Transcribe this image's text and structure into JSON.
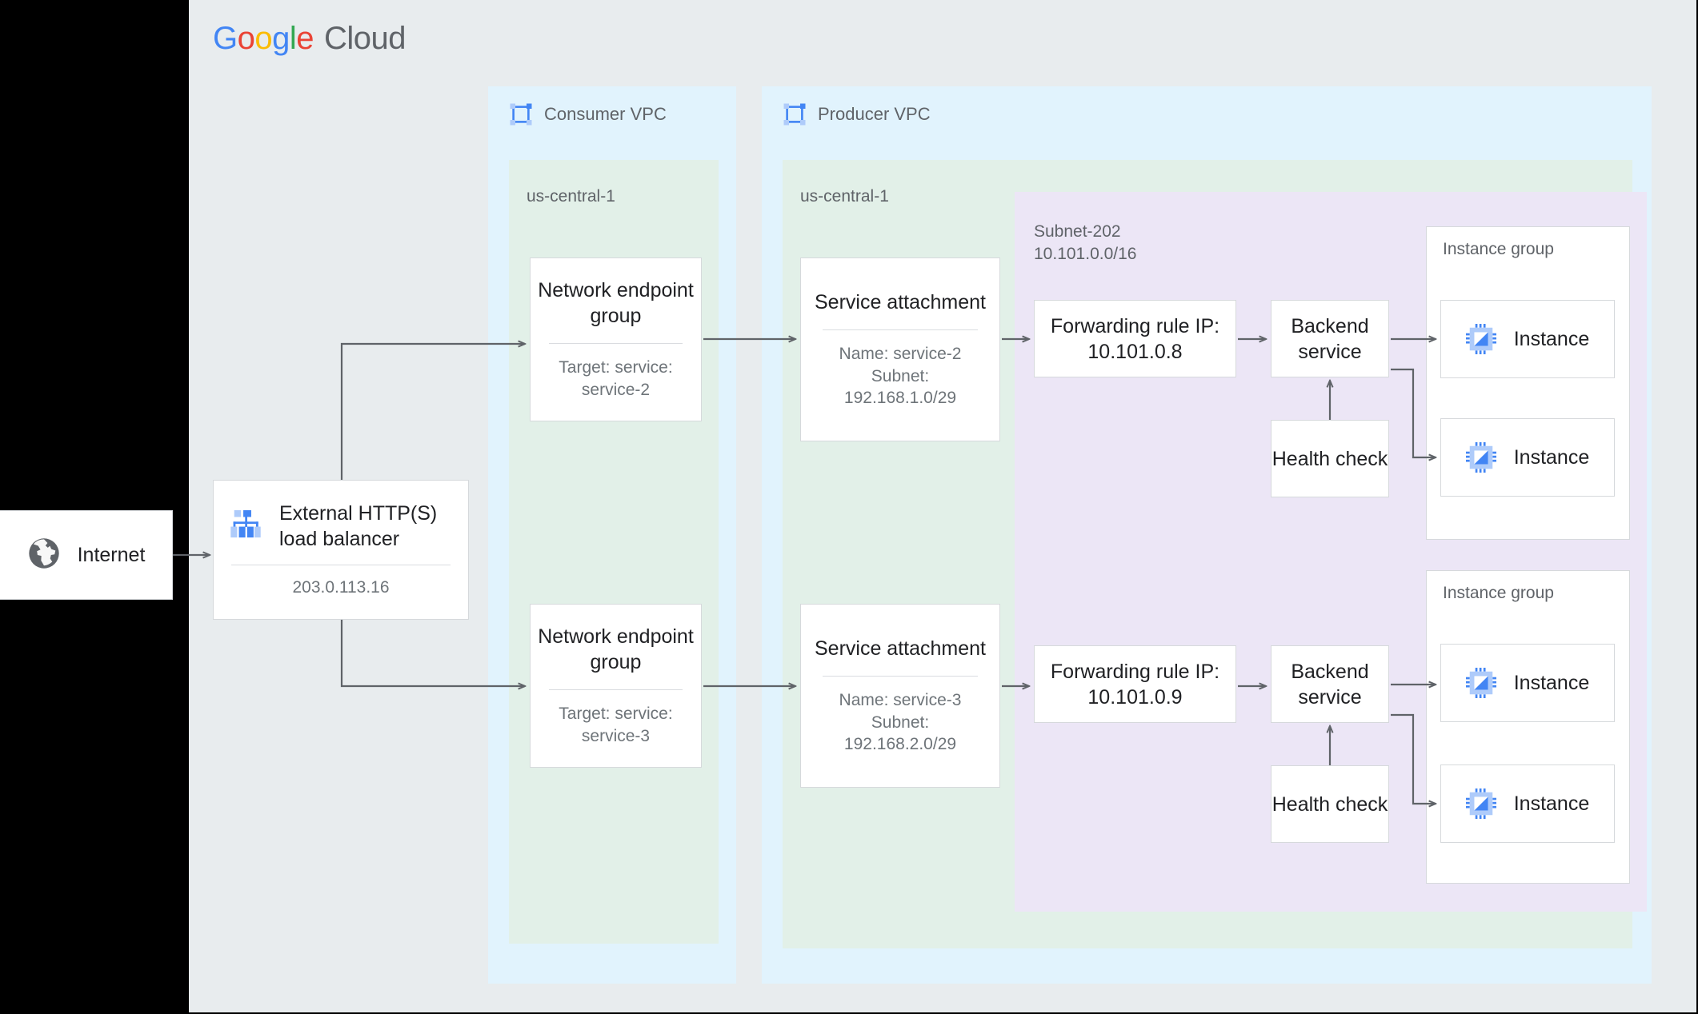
{
  "brand": {
    "google": [
      "G",
      "o",
      "o",
      "g",
      "l",
      "e"
    ],
    "cloud": "Cloud"
  },
  "internet": {
    "label": "Internet",
    "icon": "globe-icon"
  },
  "load_balancer": {
    "title": "External HTTP(S) load balancer",
    "ip": "203.0.113.16",
    "icon": "load-balancer-icon"
  },
  "consumer_vpc": {
    "title": "Consumer VPC",
    "icon": "vpc-icon",
    "region": "us-central-1",
    "negs": [
      {
        "title": "Network endpoint group",
        "detail": "Target: service: service-2"
      },
      {
        "title": "Network endpoint group",
        "detail": "Target: service: service-3"
      }
    ]
  },
  "producer_vpc": {
    "title": "Producer VPC",
    "icon": "vpc-icon",
    "region": "us-central-1",
    "service_attachments": [
      {
        "title": "Service attachment",
        "detail": "Name: service-2\nSubnet:\n192.168.1.0/29"
      },
      {
        "title": "Service attachment",
        "detail": "Name: service-3\nSubnet:\n192.168.2.0/29"
      }
    ],
    "subnet": {
      "name": "Subnet-202",
      "cidr": "10.101.0.0/16"
    },
    "stacks": [
      {
        "forwarding_rule": "Forwarding rule IP: 10.101.0.8",
        "backend_service": "Backend service",
        "health_check": "Health check",
        "instance_group": {
          "label": "Instance group",
          "instances": [
            "Instance",
            "Instance"
          ]
        }
      },
      {
        "forwarding_rule": "Forwarding rule IP: 10.101.0.9",
        "backend_service": "Backend service",
        "health_check": "Health check",
        "instance_group": {
          "label": "Instance group",
          "instances": [
            "Instance",
            "Instance"
          ]
        }
      }
    ]
  },
  "colors": {
    "canvas": "#e8ecee",
    "vpc": "#e1f3fd",
    "region": "#e2f0e8",
    "subnet": "#ece6f6",
    "accent_blue": "#4285f4",
    "connector": "#5f6368"
  }
}
